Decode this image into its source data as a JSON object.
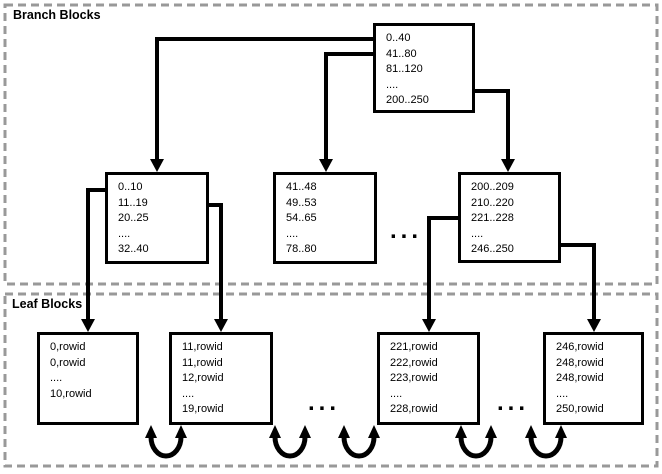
{
  "sections": {
    "branch_label": "Branch Blocks",
    "leaf_label": "Leaf Blocks"
  },
  "blocks": {
    "root": {
      "lines": [
        "0..40",
        "41..80",
        "81..120",
        "....",
        "200..250"
      ]
    },
    "branch1": {
      "lines": [
        "0..10",
        "11..19",
        "20..25",
        "....",
        "32..40"
      ]
    },
    "branch2": {
      "lines": [
        "41..48",
        "49..53",
        "54..65",
        "....",
        "78..80"
      ]
    },
    "branch3": {
      "lines": [
        "200..209",
        "210..220",
        "221..228",
        "....",
        "246..250"
      ]
    },
    "leaf1": {
      "lines": [
        "0,rowid",
        "0,rowid",
        "....",
        "10,rowid"
      ]
    },
    "leaf2": {
      "lines": [
        "11,rowid",
        "11,rowid",
        "12,rowid",
        "....",
        "19,rowid"
      ]
    },
    "leaf3": {
      "lines": [
        "221,rowid",
        "222,rowid",
        "223,rowid",
        "....",
        "228,rowid"
      ]
    },
    "leaf4": {
      "lines": [
        "246,rowid",
        "248,rowid",
        "248,rowid",
        "....",
        "250,rowid"
      ]
    }
  },
  "ellipsis": "...",
  "colors": {
    "line": "#000000",
    "dashed_border": "#999999",
    "background": "#ffffff",
    "block_fill": "#ffffff"
  }
}
